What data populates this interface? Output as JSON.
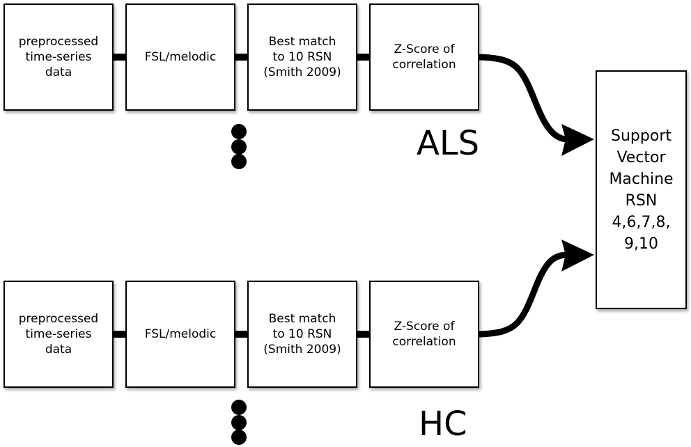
{
  "rows": [
    {
      "id": "als",
      "label": "ALS",
      "steps": [
        {
          "id": "preprocessed",
          "lines": [
            "preprocessed",
            "time-series",
            "data"
          ]
        },
        {
          "id": "melodic",
          "lines": [
            "FSL/melodic"
          ]
        },
        {
          "id": "best-match",
          "lines": [
            "Best match",
            "to 10 RSN",
            "(Smith 2009)"
          ]
        },
        {
          "id": "zscore",
          "lines": [
            "Z-Score of",
            "correlation"
          ]
        }
      ]
    },
    {
      "id": "hc",
      "label": "HC",
      "steps": [
        {
          "id": "preprocessed",
          "lines": [
            "preprocessed",
            "time-series",
            "data"
          ]
        },
        {
          "id": "melodic",
          "lines": [
            "FSL/melodic"
          ]
        },
        {
          "id": "best-match",
          "lines": [
            "Best match",
            "to 10 RSN",
            "(Smith 2009)"
          ]
        },
        {
          "id": "zscore",
          "lines": [
            "Z-Score of",
            "correlation"
          ]
        }
      ]
    }
  ],
  "classifier": {
    "lines": [
      "Support",
      "Vector",
      "Machine",
      "RSN",
      "4,6,7,8,",
      "9,10"
    ]
  },
  "colors": {
    "stroke": "#000000",
    "box_fill": "#ffffff",
    "text": "#000000"
  }
}
